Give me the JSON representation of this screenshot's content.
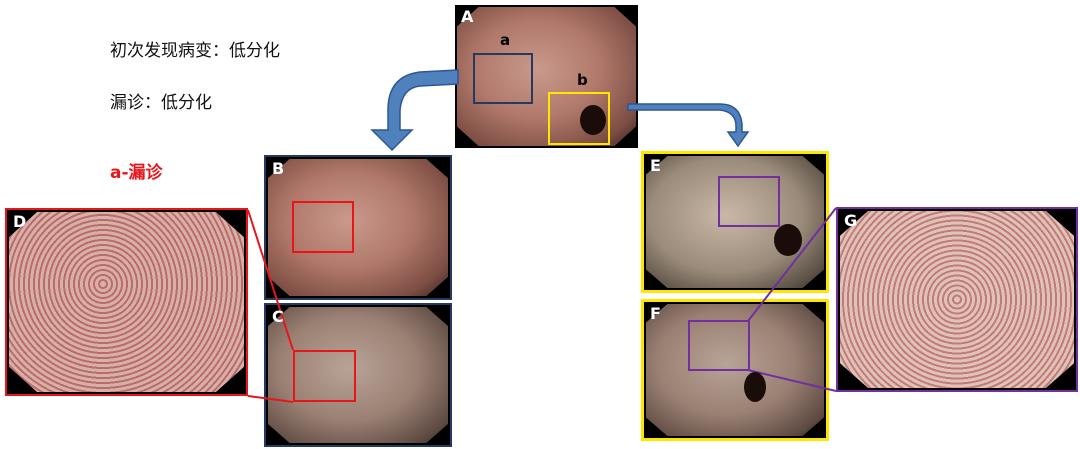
{
  "text": {
    "line1": "初次发现病变：低分化",
    "line2": "漏诊：低分化",
    "missed_label": "a-漏诊"
  },
  "panels": {
    "A": "A",
    "B": "B",
    "C": "C",
    "D": "D",
    "E": "E",
    "F": "F",
    "G": "G",
    "box_a": "a",
    "box_b": "b"
  },
  "colors": {
    "navy": "#243a5e",
    "yellow": "#ffe600",
    "red": "#e8161b",
    "purple": "#7030a0",
    "arrow": "#4f81bd"
  }
}
